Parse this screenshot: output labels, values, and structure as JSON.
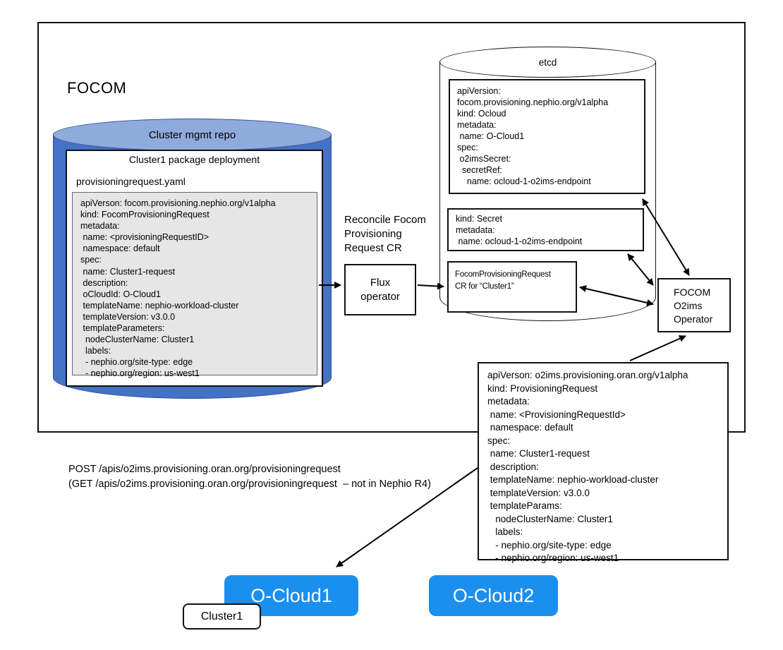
{
  "diagram": {
    "focom_label": "FOCOM",
    "repo": {
      "title": "Cluster mgmt repo",
      "package_title": "Cluster1 package deployment",
      "file_name": "provisioningrequest.yaml",
      "provisioning_request_yaml": "apiVerson: focom.provisioning.nephio.org/v1alpha\nkind: FocomProvisioningRequest\nmetadata:\n name: <provisioningRequestID>\n namespace: default\nspec:\n name: Cluster1-request\n description:\n oCloudId: O-Cloud1\n templateName: nephio-workload-cluster\n templateVersion: v3.0.0\n templateParameters:\n  nodeClusterName: Cluster1\n  labels:\n  - nephio.org/site-type: edge\n  - nephio.org/region: us-west1"
    },
    "reconcile_note": "Reconcile Focom\nProvisioning\nRequest CR",
    "flux_operator_label": "Flux\noperator",
    "etcd": {
      "title": "etcd",
      "ocloud_cr_yaml": "apiVersion:\nfocom.provisioning.nephio.org/v1alpha\nkind: Ocloud\nmetadata:\n name: O-Cloud1\nspec:\n o2imsSecret:\n  secretRef:\n    name: ocloud-1-o2ims-endpoint",
      "secret_cr_yaml": "kind: Secret\nmetadata:\n name: ocloud-1-o2ims-endpoint",
      "focom_pr_label": "FocomProvisioningRequest\nCR for “Cluster1”"
    },
    "focom_o2ims_operator_label": "FOCOM\nO2ims\nOperator",
    "o2ims_pr_yaml": "apiVerson: o2ims.provisioning.oran.org/v1alpha\nkind: ProvisioningRequest\nmetadata:\n name: <ProvisioningRequestId>\n namespace: default\nspec:\n name: Cluster1-request\n description:\n templateName: nephio-workload-cluster\n templateVersion: v3.0.0\n templateParams:\n   nodeClusterName: Cluster1\n   labels:\n   - nephio.org/site-type: edge\n   - nephio.org/region: us-west1",
    "api_note": "POST /apis/o2ims.provisioning.oran.org/provisioningrequest\n(GET /apis/o2ims.provisioning.oran.org/provisioningrequest  – not in Nephio R4)",
    "o_cloud1_label": "O-Cloud1",
    "o_cloud2_label": "O-Cloud2",
    "cluster1_label": "Cluster1",
    "colors": {
      "repo_cylinder_body": "#4472C4",
      "repo_cylinder_top": "#8FAADC",
      "repo_cylinder_border": "#2E4E8F",
      "cloud_button_blue": "#1B8FEE",
      "yaml_box_gray": "#E7E6E6",
      "line_black": "#000000"
    }
  }
}
